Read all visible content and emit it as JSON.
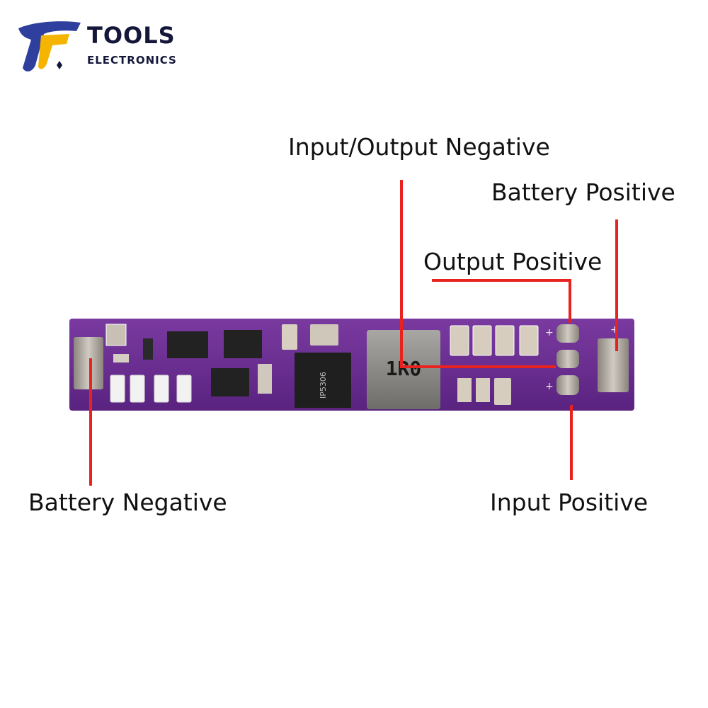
{
  "brand": {
    "name": "TOOLS",
    "subtitle": "ELECTRONICS",
    "colors": {
      "navy": "#14173a",
      "gold": "#f4b400",
      "blue": "#2f3f9e"
    }
  },
  "labels": {
    "io_negative": "Input/Output Negative",
    "battery_positive": "Battery Positive",
    "output_positive": "Output Positive",
    "battery_negative": "Battery Negative",
    "input_positive": "Input Positive"
  },
  "pcb": {
    "inductor_marking": "1R0",
    "ic_marking": "IP5306",
    "board_color": "#6a2d8f",
    "pointer_color": "#e8231f",
    "pad_plus": "+",
    "pad_minus": "-"
  }
}
